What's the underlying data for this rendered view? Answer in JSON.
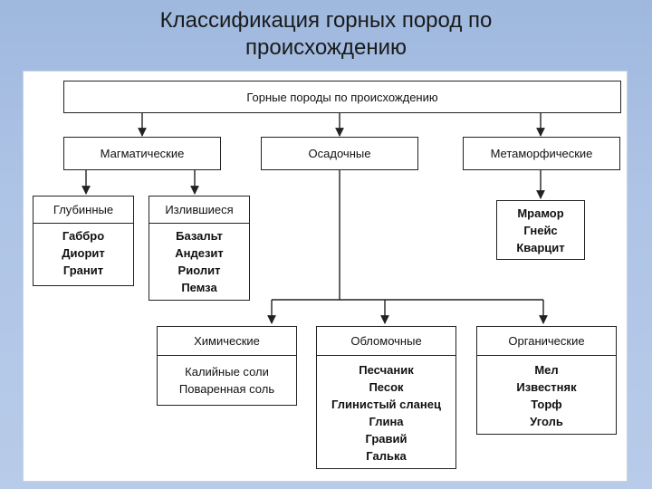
{
  "slide": {
    "title_line1": "Классификация горных пород по",
    "title_line2": "происхождению"
  },
  "diagram": {
    "root": "Горные породы по происхождению",
    "categories": {
      "magmatic": "Магматические",
      "sedimentary": "Осадочные",
      "metamorphic": "Метаморфические"
    },
    "magmatic_groups": [
      {
        "title": "Глубинные",
        "items": [
          "Габбро",
          "Диорит",
          "Гранит"
        ]
      },
      {
        "title": "Излившиеся",
        "items": [
          "Базальт",
          "Андезит",
          "Риолит",
          "Пемза"
        ]
      }
    ],
    "metamorphic_items": [
      "Мрамор",
      "Гнейс",
      "Кварцит"
    ],
    "sedimentary_groups": [
      {
        "title": "Химические",
        "items": [
          "Калийные соли",
          "Поваренная соль"
        ]
      },
      {
        "title": "Обломочные",
        "items": [
          "Песчаник",
          "Песок",
          "Глинистый сланец",
          "Глина",
          "Гравий",
          "Галька"
        ]
      },
      {
        "title": "Органические",
        "items": [
          "Мел",
          "Известняк",
          "Торф",
          "Уголь"
        ]
      }
    ]
  }
}
